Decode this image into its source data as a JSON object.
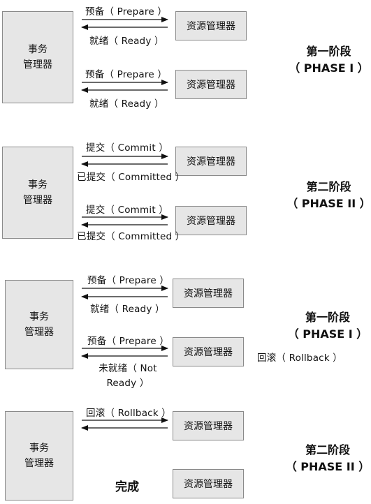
{
  "tm_label": [
    "事务",
    "管理器"
  ],
  "rm_label": "资源管理器",
  "msg": {
    "prepare": "预备（ Prepare ）",
    "ready": "就绪（ Ready ）",
    "commit": "提交（ Commit ）",
    "committed": "已提交（ Committed ）",
    "not_ready_1": "未就绪（ Not",
    "not_ready_2": "Ready ）",
    "rollback": "回滚（ Rollback ）"
  },
  "phase1": [
    "第一阶段",
    "（ PHASE I ）"
  ],
  "phase2": [
    "第二阶段",
    "（ PHASE II ）"
  ],
  "done": "完成"
}
